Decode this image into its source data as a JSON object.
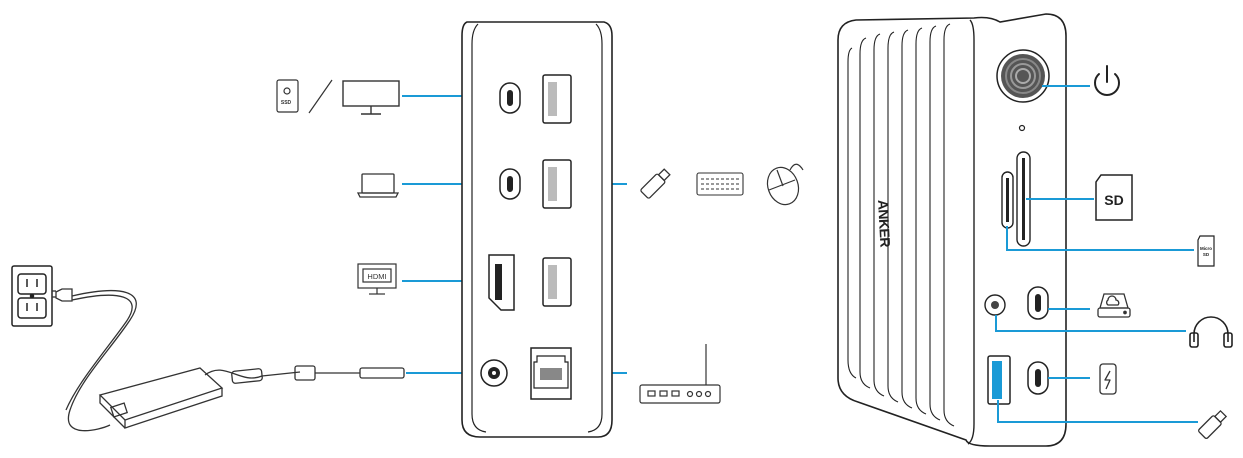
{
  "brand_text": "ANKER",
  "labels": {
    "hdmi": "HDMI",
    "ssd": "SSD",
    "sd_card": "SD",
    "micro_sd_line1": "Micro",
    "micro_sd_line2": "SD"
  },
  "colors": {
    "connector": "#1a9ad6",
    "outline": "#222222",
    "body": "#ffffff",
    "icon_stroke": "#555555"
  },
  "icons": [
    "power-outlet-icon",
    "power-adapter-icon",
    "ssd-icon",
    "monitor-icon",
    "laptop-icon",
    "hdmi-display-icon",
    "usb-flash-drive-icon",
    "keyboard-icon",
    "mouse-icon",
    "router-icon",
    "power-icon",
    "sd-card-icon",
    "micro-sd-card-icon",
    "external-drive-icon",
    "headphones-icon",
    "phone-charging-icon"
  ]
}
